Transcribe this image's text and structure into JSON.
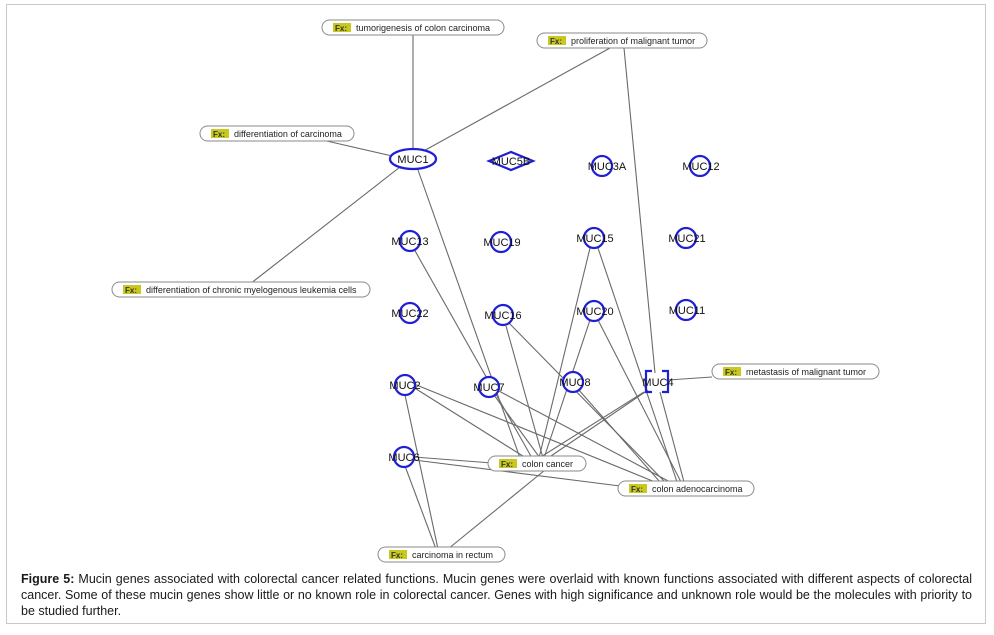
{
  "caption": {
    "label": "Figure 5:",
    "text": " Mucin genes associated with colorectal cancer related functions. Mucin genes were overlaid with known functions associated with different aspects of colorectal cancer. Some of these mucin genes show little or no known role in colorectal cancer. Genes with high significance and unknown role would be the molecules with priority to be studied further."
  },
  "fx_badge": "Fx:",
  "genes": {
    "muc1": "MUC1",
    "muc5b": "MUC5B",
    "muc3a": "MUC3A",
    "muc12": "MUC12",
    "muc13": "MUC13",
    "muc19": "MUC19",
    "muc15": "MUC15",
    "muc21": "MUC21",
    "muc22": "MUC22",
    "muc16": "MUC16",
    "muc20": "MUC20",
    "muc11": "MUC11",
    "muc2": "MUC2",
    "muc7": "MUC7",
    "muc8": "MUC8",
    "muc4": "MUC4",
    "muc6": "MUC6"
  },
  "functions": {
    "tumorigenesis": "tumorigenesis of colon carcinoma",
    "proliferation": "proliferation of malignant tumor",
    "differentiation_carcinoma": "differentiation of carcinoma",
    "differentiation_cml": "differentiation of chronic myelogenous leukemia cells",
    "metastasis": "metastasis of malignant tumor",
    "colon_cancer": "colon cancer",
    "colon_adenocarcinoma": "colon adenocarcinoma",
    "carcinoma_rectum": "carcinoma in rectum"
  },
  "colors": {
    "node_stroke": "#1f1fd6",
    "edge": "#6a6a6a",
    "fx_badge": "#c8c81e",
    "pill_border": "#8a8a8a"
  }
}
